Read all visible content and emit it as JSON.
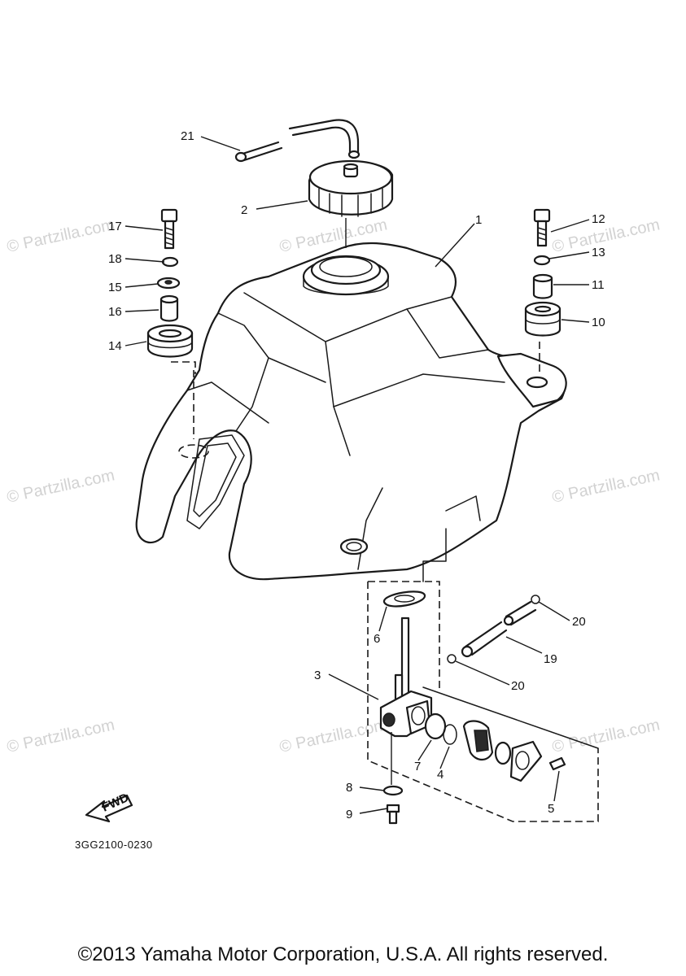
{
  "diagram_code": "3GG2100-0230",
  "fwd_label": "FWD",
  "copyright": "©2013 Yamaha Motor Corporation, U.S.A. All rights reserved.",
  "watermark": "© Partzilla.com",
  "parts": {
    "p1": "1",
    "p2": "2",
    "p3": "3",
    "p4": "4",
    "p5": "5",
    "p6": "6",
    "p7": "7",
    "p8": "8",
    "p9": "9",
    "p10": "10",
    "p11": "11",
    "p12": "12",
    "p13": "13",
    "p14": "14",
    "p15": "15",
    "p16": "16",
    "p17": "17",
    "p18": "18",
    "p19": "19",
    "p20a": "20",
    "p20b": "20",
    "p21": "21"
  }
}
